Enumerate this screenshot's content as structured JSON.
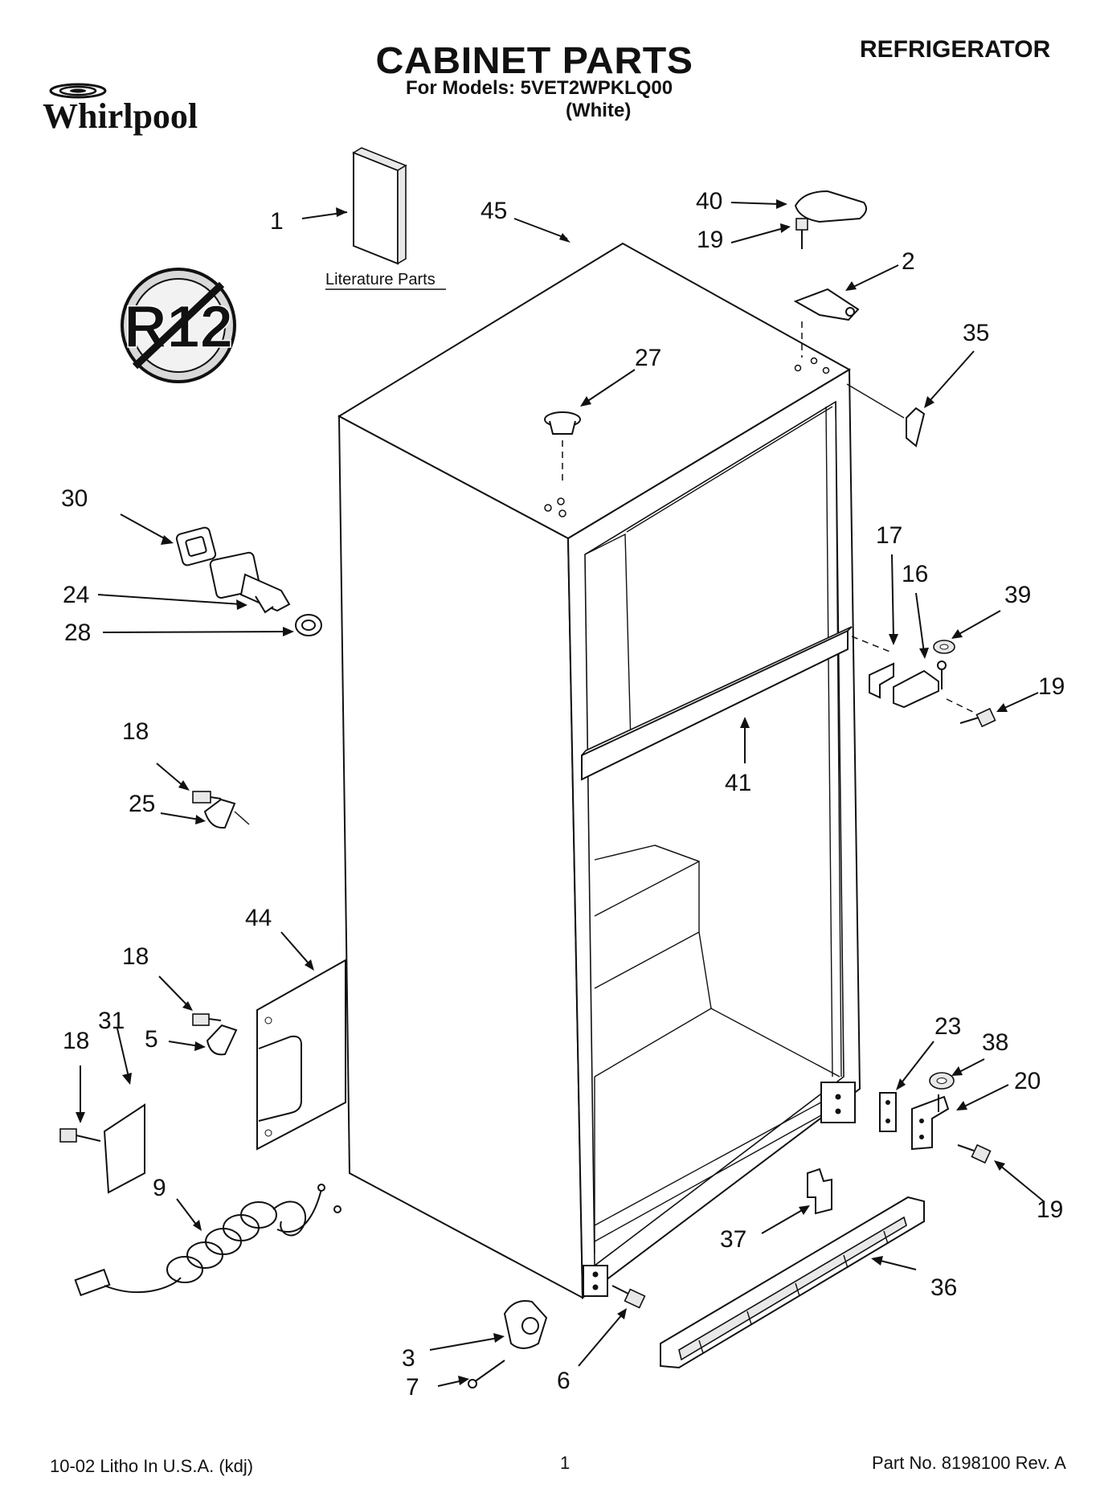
{
  "header": {
    "brand": "Whirlpool",
    "title": "CABINET PARTS",
    "models_line": "For Models: 5VET2WPKLQ00",
    "variant": "(White)",
    "category": "REFRIGERATOR"
  },
  "badge": {
    "text": "R12"
  },
  "literature_label": "Literature Parts",
  "callouts": {
    "c1": "1",
    "c2": "2",
    "c3": "3",
    "c5": "5",
    "c6": "6",
    "c7": "7",
    "c9": "9",
    "c16": "16",
    "c17": "17",
    "c18a": "18",
    "c18b": "18",
    "c18c": "18",
    "c19a": "19",
    "c19b": "19",
    "c19c": "19",
    "c20": "20",
    "c23": "23",
    "c24": "24",
    "c25": "25",
    "c27": "27",
    "c28": "28",
    "c30": "30",
    "c31": "31",
    "c35": "35",
    "c36": "36",
    "c37": "37",
    "c38": "38",
    "c39": "39",
    "c40": "40",
    "c41": "41",
    "c44": "44",
    "c45": "45"
  },
  "footer": {
    "left": "10-02 Litho In U.S.A. (kdj)",
    "page": "1",
    "part_no": "Part No. 8198100 Rev. A"
  }
}
